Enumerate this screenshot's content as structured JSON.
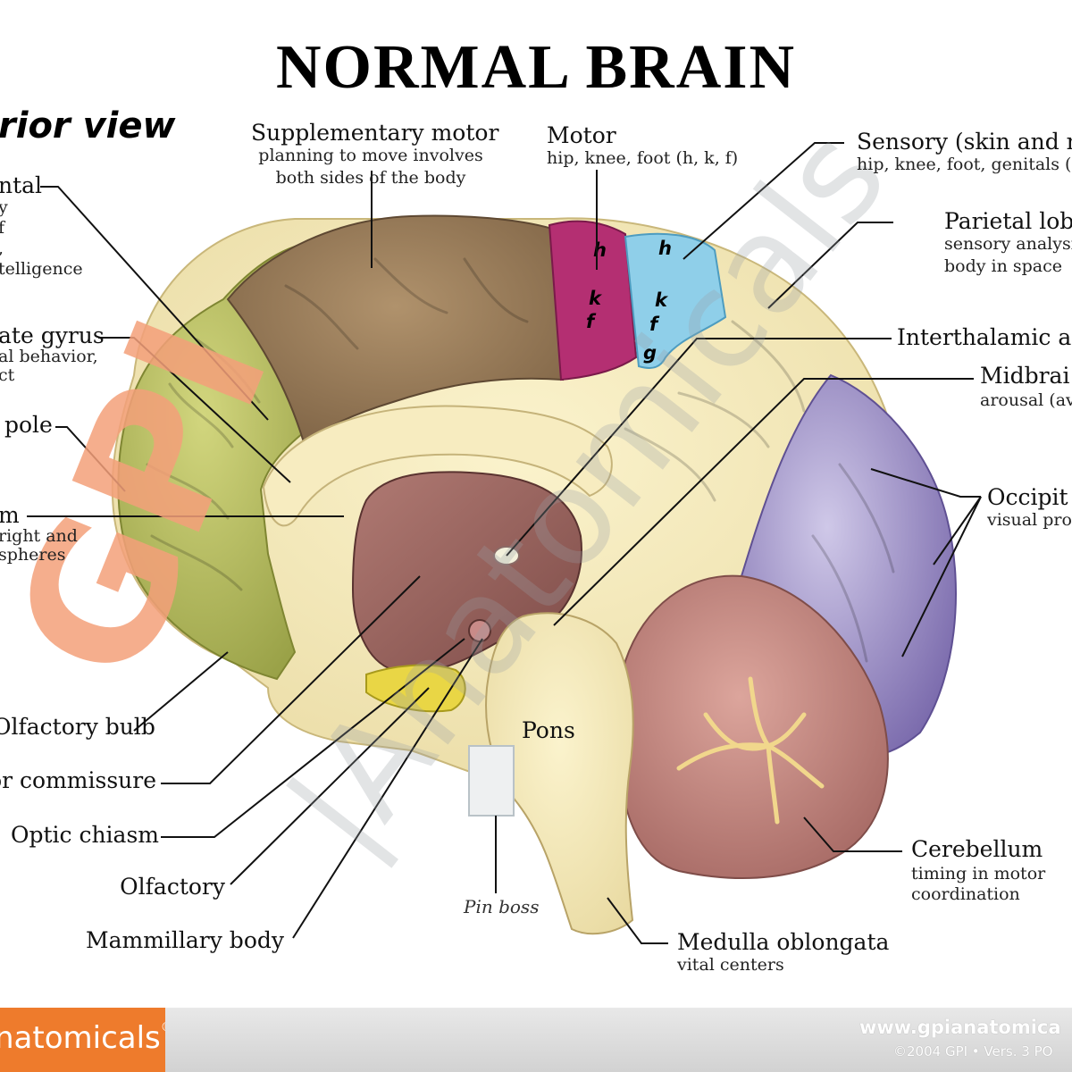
{
  "title": "NORMAL BRAIN",
  "view_title": "rior view",
  "left_labels": [
    {
      "name": "ntal",
      "lines": [
        "y",
        "f",
        ",",
        "telligence"
      ]
    },
    {
      "name": "ate gyrus",
      "lines": [
        "al behavior,",
        "ct"
      ]
    },
    {
      "name": "pole",
      "lines": []
    },
    {
      "name": "m",
      "lines": [
        "right and",
        "spheres"
      ]
    },
    {
      "name": "Olfactory bulb",
      "lines": []
    },
    {
      "name": "or commissure",
      "lines": []
    },
    {
      "name": "Optic chiasm",
      "lines": []
    },
    {
      "name": "Olfactory",
      "lines": []
    },
    {
      "name": "Mammillary body",
      "lines": []
    }
  ],
  "top_labels": [
    {
      "name": "Supplementary motor",
      "lines": [
        "planning to move involves",
        "both sides of the body"
      ]
    },
    {
      "name": "Motor",
      "lines": [
        "hip, knee, foot (h, k, f)"
      ]
    }
  ],
  "right_labels": [
    {
      "name": "Sensory (skin and m",
      "lines": [
        "hip, knee, foot, genitals ("
      ]
    },
    {
      "name": "Parietal lob",
      "lines": [
        "sensory analysi",
        "body in space"
      ]
    },
    {
      "name": "Interthalamic ad",
      "lines": []
    },
    {
      "name": "Midbrai",
      "lines": [
        "arousal (av"
      ]
    },
    {
      "name": "Occipit",
      "lines": [
        "visual pro"
      ]
    },
    {
      "name": "Cerebellum",
      "lines": [
        "timing in motor",
        "coordination"
      ]
    }
  ],
  "bottom_labels": [
    {
      "name": "Medulla oblongata",
      "lines": [
        "vital centers"
      ]
    },
    {
      "name": "Pons",
      "lines": []
    },
    {
      "name": "Pin boss",
      "lines": []
    }
  ],
  "motor_letters": [
    "h",
    "k",
    "f"
  ],
  "sensory_letters": [
    "h",
    "k",
    "f",
    "g"
  ],
  "watermark": {
    "gpi": "GPI",
    "anatomicals": "|Anatomicals"
  },
  "footer": {
    "brand": "natomicals",
    "brand_mark": "®",
    "url": "www.gpianatomica",
    "copyright": "©2004 GPI • Vers. 3 PO"
  },
  "colors": {
    "frontal_green": "#b7bf62",
    "premotor_brown": "#9b7d59",
    "motor_magenta": "#b42f72",
    "sensory_blue": "#8fcfe9",
    "cream": "#f4e9ba",
    "occipital_purple": "#9d92c7",
    "cerebellum_pink": "#c88a84",
    "brainstem_tan": "#efe2b0",
    "brand_orange": "#ee7b2c"
  }
}
